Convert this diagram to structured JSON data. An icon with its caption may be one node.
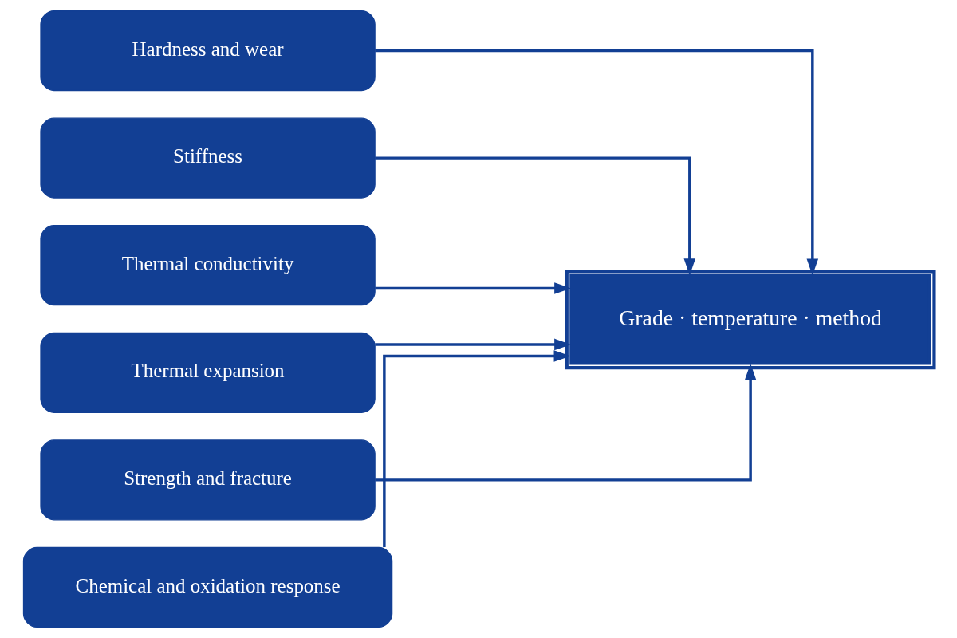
{
  "diagram": {
    "nodes": [
      {
        "text": [
          "Hardness and wear"
        ]
      },
      {
        "text": [
          "Stiffness"
        ]
      },
      {
        "text": [
          "Thermal conductivity"
        ]
      },
      {
        "text": [
          "Thermal expansion"
        ]
      },
      {
        "text": [
          "Strength and fracture"
        ]
      },
      {
        "text": [
          "Chemical and oxidation response"
        ]
      },
      {
        "text": [
          "Grade · temperature · method"
        ]
      }
    ],
    "edges": [
      {
        "from": 0,
        "to": 6,
        "arrow": "to"
      },
      {
        "from": 1,
        "to": 6,
        "arrow": "to"
      },
      {
        "from": 2,
        "to": 6,
        "arrow": "to"
      },
      {
        "from": 3,
        "to": 6,
        "arrow": "to"
      },
      {
        "from": 4,
        "to": 6,
        "arrow": "to"
      },
      {
        "from": 5,
        "to": 6,
        "arrow": "to"
      }
    ]
  }
}
